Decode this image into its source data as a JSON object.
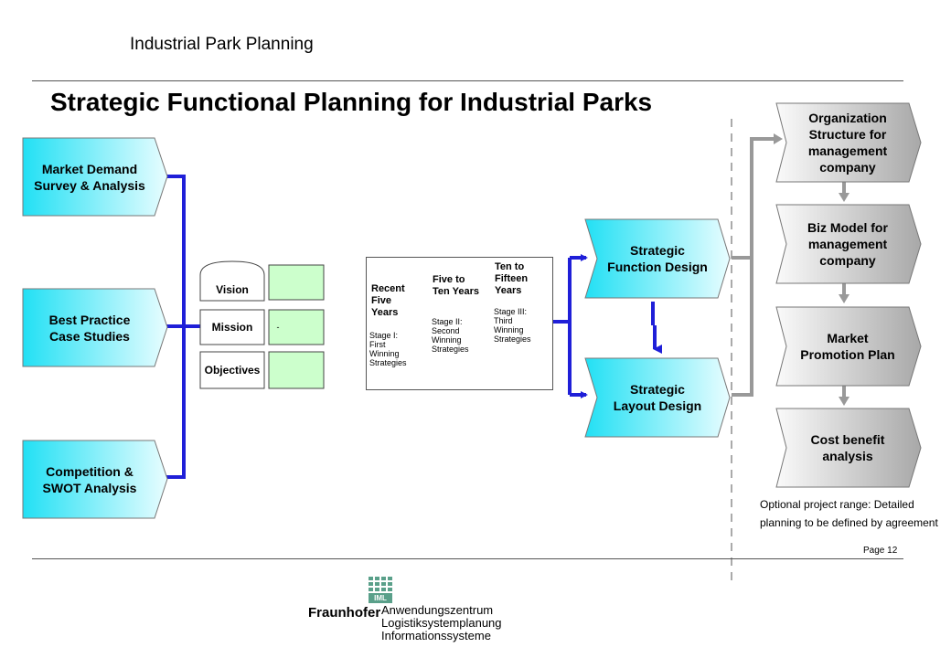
{
  "header": {
    "topic": "Industrial Park Planning",
    "title": "Strategic Functional Planning for Industrial Parks"
  },
  "inputs": [
    "Market Demand\nSurvey & Analysis",
    "Best Practice\nCase Studies",
    "Competition &\nSWOT Analysis"
  ],
  "vmo": {
    "vision": "Vision",
    "mission": "Mission",
    "mission_mark": "-",
    "objectives": "Objectives"
  },
  "timeline": {
    "periods": [
      "Recent\nFive\nYears",
      "Five to\nTen Years",
      "Ten to\nFifteen\nYears"
    ],
    "stages": [
      "Stage I:\nFirst\nWinning\nStrategies",
      "Stage II:\nSecond\nWinning\nStrategies",
      "Stage III:\nThird\nWinning\nStrategies"
    ]
  },
  "strategic": {
    "function_design": "Strategic\nFunction Design",
    "layout_design": "Strategic\nLayout Design"
  },
  "optional": [
    "Organization\nStructure for\nmanagement\ncompany",
    "Biz Model for\nmanagement\ncompany",
    "Market\nPromotion Plan",
    "Cost benefit\nanalysis"
  ],
  "note": "Optional project range: Detailed planning to be defined by agreement",
  "page_number": "Page 12",
  "footer": {
    "logo_text": "IML",
    "org": "Fraunhofer",
    "lines": [
      "Anwendungszentrum",
      "Logistiksystemplanung",
      "Informationssysteme"
    ]
  },
  "colors": {
    "cyan": "#22e0f4",
    "blue": "#1f1fd8",
    "gray": "#999999",
    "light_green": "#ccffcc",
    "logo_green": "#5aa08a"
  }
}
